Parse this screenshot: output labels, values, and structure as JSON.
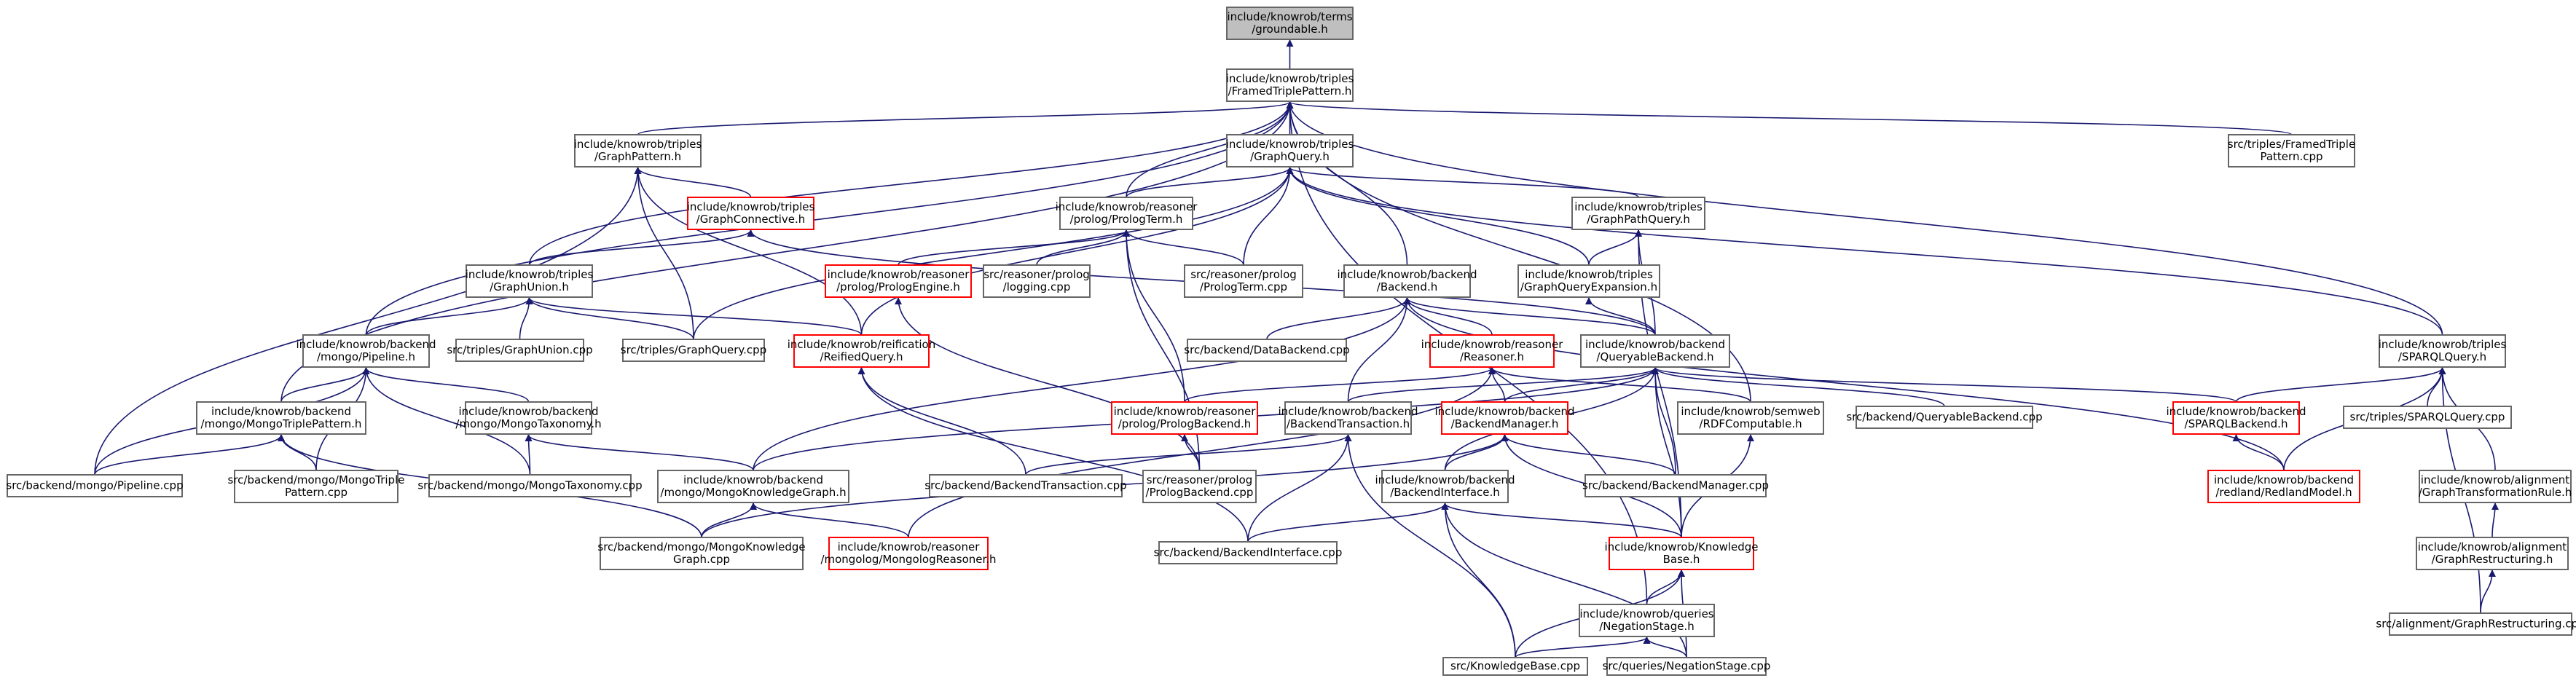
{
  "colors": {
    "edge": "#191970",
    "node_border": "#666666",
    "red_border": "#ff0000",
    "root_fill": "#bfbfbf"
  },
  "nodes": [
    {
      "id": "groundable",
      "lines": [
        "include/knowrob/terms",
        "/groundable.h"
      ],
      "style": "root"
    },
    {
      "id": "framed",
      "lines": [
        "include/knowrob/triples",
        "/FramedTriplePattern.h"
      ]
    },
    {
      "id": "graphpattern",
      "lines": [
        "include/knowrob/triples",
        "/GraphPattern.h"
      ]
    },
    {
      "id": "graphquery",
      "lines": [
        "include/knowrob/triples",
        "/GraphQuery.h"
      ]
    },
    {
      "id": "framedcpp",
      "lines": [
        "src/triples/FramedTriple",
        "Pattern.cpp"
      ]
    },
    {
      "id": "graphconnective",
      "lines": [
        "include/knowrob/triples",
        "/GraphConnective.h"
      ],
      "style": "red"
    },
    {
      "id": "prologterm",
      "lines": [
        "include/knowrob/reasoner",
        "/prolog/PrologTerm.h"
      ]
    },
    {
      "id": "graphpathquery",
      "lines": [
        "include/knowrob/triples",
        "/GraphPathQuery.h"
      ]
    },
    {
      "id": "graphunion",
      "lines": [
        "include/knowrob/triples",
        "/GraphUnion.h"
      ]
    },
    {
      "id": "prologengine",
      "lines": [
        "include/knowrob/reasoner",
        "/prolog/PrologEngine.h"
      ],
      "style": "red"
    },
    {
      "id": "loggingcpp",
      "lines": [
        "src/reasoner/prolog",
        "/logging.cpp"
      ]
    },
    {
      "id": "prologtermcpp",
      "lines": [
        "src/reasoner/prolog",
        "/PrologTerm.cpp"
      ]
    },
    {
      "id": "backendh",
      "lines": [
        "include/knowrob/backend",
        "/Backend.h"
      ]
    },
    {
      "id": "gqexpansion",
      "lines": [
        "include/knowrob/triples",
        "/GraphQueryExpansion.h"
      ]
    },
    {
      "id": "pipeline",
      "lines": [
        "include/knowrob/backend",
        "/mongo/Pipeline.h"
      ]
    },
    {
      "id": "graphunioncpp",
      "lines": [
        "src/triples/GraphUnion.cpp"
      ]
    },
    {
      "id": "graphquerycpp",
      "lines": [
        "src/triples/GraphQuery.cpp"
      ]
    },
    {
      "id": "reifiedquery",
      "lines": [
        "include/knowrob/reification",
        "/ReifiedQuery.h"
      ],
      "style": "red"
    },
    {
      "id": "databackendcpp",
      "lines": [
        "src/backend/DataBackend.cpp"
      ]
    },
    {
      "id": "reasonerh",
      "lines": [
        "include/knowrob/reasoner",
        "/Reasoner.h"
      ],
      "style": "red"
    },
    {
      "id": "querybackend",
      "lines": [
        "include/knowrob/backend",
        "/QueryableBackend.h"
      ]
    },
    {
      "id": "sparqlquery",
      "lines": [
        "include/knowrob/triples",
        "/SPARQLQuery.h"
      ]
    },
    {
      "id": "mongotriple",
      "lines": [
        "include/knowrob/backend",
        "/mongo/MongoTriplePattern.h"
      ]
    },
    {
      "id": "mongotaxonomy",
      "lines": [
        "include/knowrob/backend",
        "/mongo/MongoTaxonomy.h"
      ]
    },
    {
      "id": "prologbackend",
      "lines": [
        "include/knowrob/reasoner",
        "/prolog/PrologBackend.h"
      ],
      "style": "red"
    },
    {
      "id": "backendtx",
      "lines": [
        "include/knowrob/backend",
        "/BackendTransaction.h"
      ]
    },
    {
      "id": "backendmgr",
      "lines": [
        "include/knowrob/backend",
        "/BackendManager.h"
      ],
      "style": "red"
    },
    {
      "id": "rdfcomputable",
      "lines": [
        "include/knowrob/semweb",
        "/RDFComputable.h"
      ]
    },
    {
      "id": "querybackendcpp",
      "lines": [
        "src/backend/QueryableBackend.cpp"
      ]
    },
    {
      "id": "sparqlbackend",
      "lines": [
        "include/knowrob/backend",
        "/SPARQLBackend.h"
      ],
      "style": "red"
    },
    {
      "id": "sparqlquerycpp",
      "lines": [
        "src/triples/SPARQLQuery.cpp"
      ]
    },
    {
      "id": "pipelinecpp",
      "lines": [
        "src/backend/mongo/Pipeline.cpp"
      ]
    },
    {
      "id": "mongotriplecpp",
      "lines": [
        "src/backend/mongo/MongoTriple",
        "Pattern.cpp"
      ]
    },
    {
      "id": "mongotaxonomycpp",
      "lines": [
        "src/backend/mongo/MongoTaxonomy.cpp"
      ]
    },
    {
      "id": "mongokg",
      "lines": [
        "include/knowrob/backend",
        "/mongo/MongoKnowledgeGraph.h"
      ]
    },
    {
      "id": "backendtxcpp",
      "lines": [
        "src/backend/BackendTransaction.cpp"
      ]
    },
    {
      "id": "prologbackendcpp",
      "lines": [
        "src/reasoner/prolog",
        "/PrologBackend.cpp"
      ]
    },
    {
      "id": "backendiface",
      "lines": [
        "include/knowrob/backend",
        "/BackendInterface.h"
      ]
    },
    {
      "id": "backendmgrcpp",
      "lines": [
        "src/backend/BackendManager.cpp"
      ]
    },
    {
      "id": "redland",
      "lines": [
        "include/knowrob/backend",
        "/redland/RedlandModel.h"
      ],
      "style": "red"
    },
    {
      "id": "gtransrule",
      "lines": [
        "include/knowrob/alignment",
        "/GraphTransformationRule.h"
      ]
    },
    {
      "id": "mongokgcpp",
      "lines": [
        "src/backend/mongo/MongoKnowledge",
        "Graph.cpp"
      ]
    },
    {
      "id": "mongolog",
      "lines": [
        "include/knowrob/reasoner",
        "/mongolog/MongologReasoner.h"
      ],
      "style": "red"
    },
    {
      "id": "backendifacecpp",
      "lines": [
        "src/backend/BackendInterface.cpp"
      ]
    },
    {
      "id": "kbh",
      "lines": [
        "include/knowrob/Knowledge",
        "Base.h"
      ],
      "style": "red"
    },
    {
      "id": "grestruct",
      "lines": [
        "include/knowrob/alignment",
        "/GraphRestructuring.h"
      ]
    },
    {
      "id": "negstage",
      "lines": [
        "include/knowrob/queries",
        "/NegationStage.h"
      ]
    },
    {
      "id": "grestructcpp",
      "lines": [
        "src/alignment/GraphRestructuring.cpp"
      ]
    },
    {
      "id": "kbcpp",
      "lines": [
        "src/KnowledgeBase.cpp"
      ]
    },
    {
      "id": "negstagecpp",
      "lines": [
        "src/queries/NegationStage.cpp"
      ]
    }
  ],
  "edges": [
    [
      "framed",
      "groundable"
    ],
    [
      "graphpattern",
      "framed"
    ],
    [
      "graphquery",
      "framed"
    ],
    [
      "framedcpp",
      "framed"
    ],
    [
      "prologterm",
      "framed"
    ],
    [
      "graphunion",
      "framed"
    ],
    [
      "backendh",
      "framed"
    ],
    [
      "pipeline",
      "framed"
    ],
    [
      "mongotriple",
      "framed"
    ],
    [
      "sparqlquery",
      "framed"
    ],
    [
      "rdfcomputable",
      "framed"
    ],
    [
      "negstage",
      "framed"
    ],
    [
      "graphconnective",
      "graphpattern"
    ],
    [
      "graphquerycpp",
      "graphpattern"
    ],
    [
      "reifiedquery",
      "graphpattern"
    ],
    [
      "pipelinecpp",
      "graphpattern"
    ],
    [
      "prologterm",
      "graphquery"
    ],
    [
      "graphpathquery",
      "graphquery"
    ],
    [
      "prologtermcpp",
      "graphquery"
    ],
    [
      "reifiedquery",
      "graphquery"
    ],
    [
      "gqexpansion",
      "graphquery"
    ],
    [
      "sparqlquery",
      "graphquery"
    ],
    [
      "graphquerycpp",
      "graphquery"
    ],
    [
      "graphunion",
      "graphconnective"
    ],
    [
      "querybackend",
      "graphconnective"
    ],
    [
      "prologengine",
      "prologterm"
    ],
    [
      "loggingcpp",
      "prologterm"
    ],
    [
      "prologtermcpp",
      "prologterm"
    ],
    [
      "prologbackend",
      "prologterm"
    ],
    [
      "prologbackendcpp",
      "prologterm"
    ],
    [
      "gqexpansion",
      "graphpathquery"
    ],
    [
      "querybackend",
      "graphpathquery"
    ],
    [
      "kbh",
      "graphpathquery"
    ],
    [
      "pipeline",
      "graphunion"
    ],
    [
      "graphunioncpp",
      "graphunion"
    ],
    [
      "graphquerycpp",
      "graphunion"
    ],
    [
      "reifiedquery",
      "graphunion"
    ],
    [
      "prologbackendcpp",
      "prologengine"
    ],
    [
      "querybackend",
      "backendh"
    ],
    [
      "databackendcpp",
      "backendh"
    ],
    [
      "reasonerh",
      "backendh"
    ],
    [
      "backendtx",
      "backendh"
    ],
    [
      "mongokg",
      "backendh"
    ],
    [
      "redland",
      "backendh"
    ],
    [
      "querybackend",
      "gqexpansion"
    ],
    [
      "mongotriple",
      "pipeline"
    ],
    [
      "mongotaxonomy",
      "pipeline"
    ],
    [
      "pipelinecpp",
      "pipeline"
    ],
    [
      "mongotriplecpp",
      "pipeline"
    ],
    [
      "mongotaxonomycpp",
      "pipeline"
    ],
    [
      "backendtxcpp",
      "reifiedquery"
    ],
    [
      "backendifacecpp",
      "reifiedquery"
    ],
    [
      "prologbackend",
      "reasonerh"
    ],
    [
      "backendmgr",
      "reasonerh"
    ],
    [
      "rdfcomputable",
      "reasonerh"
    ],
    [
      "mongolog",
      "reasonerh"
    ],
    [
      "backendtx",
      "querybackend"
    ],
    [
      "backendmgr",
      "querybackend"
    ],
    [
      "querybackendcpp",
      "querybackend"
    ],
    [
      "sparqlbackend",
      "querybackend"
    ],
    [
      "mongokg",
      "querybackend"
    ],
    [
      "backendiface",
      "querybackend"
    ],
    [
      "backendmgrcpp",
      "querybackend"
    ],
    [
      "kbh",
      "querybackend"
    ],
    [
      "sparqlbackend",
      "sparqlquery"
    ],
    [
      "sparqlquerycpp",
      "sparqlquery"
    ],
    [
      "redland",
      "sparqlquery"
    ],
    [
      "gtransrule",
      "sparqlquery"
    ],
    [
      "grestructcpp",
      "sparqlquery"
    ],
    [
      "pipelinecpp",
      "mongotriple"
    ],
    [
      "mongotriplecpp",
      "mongotriple"
    ],
    [
      "mongokgcpp",
      "mongotriple"
    ],
    [
      "mongotaxonomycpp",
      "mongotaxonomy"
    ],
    [
      "mongokg",
      "mongotaxonomy"
    ],
    [
      "prologbackendcpp",
      "prologbackend"
    ],
    [
      "backendtxcpp",
      "backendtx"
    ],
    [
      "backendifacecpp",
      "backendtx"
    ],
    [
      "kbcpp",
      "backendtx"
    ],
    [
      "backendiface",
      "backendmgr"
    ],
    [
      "backendmgrcpp",
      "backendmgr"
    ],
    [
      "kbh",
      "backendmgr"
    ],
    [
      "mongokgcpp",
      "backendmgr"
    ],
    [
      "kbh",
      "rdfcomputable"
    ],
    [
      "redland",
      "sparqlbackend"
    ],
    [
      "mongokgcpp",
      "mongokg"
    ],
    [
      "mongolog",
      "mongokg"
    ],
    [
      "backendifacecpp",
      "backendiface"
    ],
    [
      "kbh",
      "backendiface"
    ],
    [
      "kbcpp",
      "backendiface"
    ],
    [
      "negstagecpp",
      "backendiface"
    ],
    [
      "grestruct",
      "gtransrule"
    ],
    [
      "kbcpp",
      "kbh"
    ],
    [
      "negstage",
      "kbh"
    ],
    [
      "negstagecpp",
      "kbh"
    ],
    [
      "grestructcpp",
      "grestruct"
    ],
    [
      "kbcpp",
      "negstage"
    ],
    [
      "negstagecpp",
      "negstage"
    ]
  ]
}
